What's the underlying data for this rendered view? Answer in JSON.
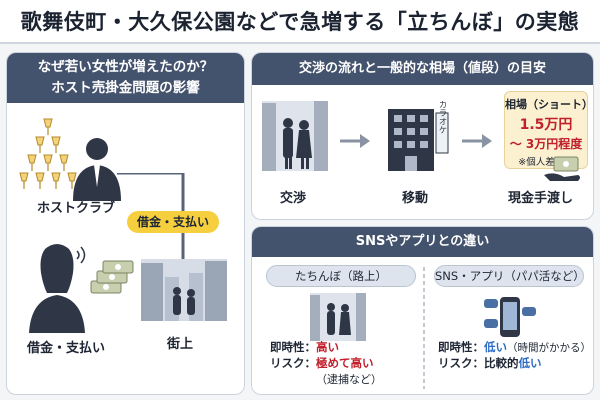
{
  "title": "歌舞伎町・大久保公園などで急増する「立ちんぼ」の実態",
  "left_panel": {
    "heading_line1": "なぜ若い女性が増えたのか？",
    "heading_line2": "ホスト売掛金問題の影響",
    "host_club_label": "ホストクラブ",
    "debt_pill": "借金・支払い",
    "debt_label": "借金・支払い",
    "street_label": "街上"
  },
  "negotiation_panel": {
    "heading": "交渉の流れと一般的な相場（値段）の目安",
    "steps": [
      "交渉",
      "移動",
      "現金手渡し"
    ],
    "hotel_sign": "カラオケ",
    "price": {
      "heading": "相場（ショート）",
      "line1": "1.5万円",
      "line2": "〜 3万円程度",
      "note": "※個人差あり"
    }
  },
  "sns_panel": {
    "heading": "SNSやアプリとの違い",
    "street": {
      "subheading": "たちんぼ（路上）",
      "immediacy_label": "即時性：",
      "immediacy_value": "高い",
      "risk_label": "リスク：",
      "risk_value": "極めて高い",
      "risk_note": "（逮捕など）"
    },
    "apps": {
      "subheading": "SNS・アプリ（パパ活など）",
      "immediacy_label": "即時性：",
      "immediacy_value": "低い",
      "immediacy_note": "（時間がかかる）",
      "risk_label": "リスク：",
      "risk_value_prefix": "比較的",
      "risk_value": "低い"
    }
  },
  "colors": {
    "header_navy": "#44536d",
    "pill_yellow": "#f6cf3f",
    "accent_red": "#c01f2b",
    "accent_blue": "#2b6cc4"
  }
}
